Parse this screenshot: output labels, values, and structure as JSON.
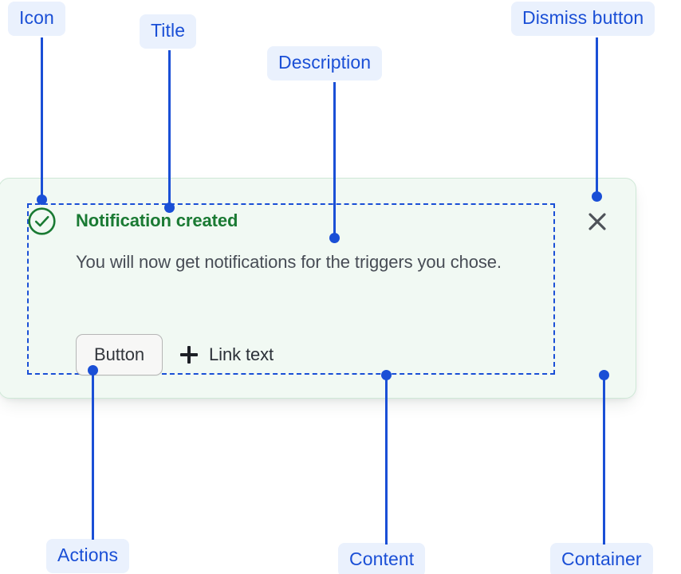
{
  "annotations": [
    {
      "key": "icon",
      "label": "Icon"
    },
    {
      "key": "title",
      "label": "Title"
    },
    {
      "key": "desc",
      "label": "Description"
    },
    {
      "key": "dismiss",
      "label": "Dismiss button"
    },
    {
      "key": "actions",
      "label": "Actions"
    },
    {
      "key": "content",
      "label": "Content"
    },
    {
      "key": "container",
      "label": "Container"
    }
  ],
  "notification": {
    "status_icon": "check-circle-icon",
    "title": "Notification created",
    "description": "You will now get notifications for the triggers you chose.",
    "actions": {
      "button_label": "Button",
      "link_icon": "plus-icon",
      "link_label": "Link text"
    },
    "dismiss_icon": "close-icon"
  },
  "colors": {
    "annotation_blue": "#1a4fd6",
    "annotation_pill_bg": "#eaf1fd",
    "card_bg": "#f1f9f3",
    "card_border": "#cfe8d7",
    "title_green": "#1a7a33",
    "icon_green": "#1a7a33",
    "description_gray": "#474c55",
    "dismiss_gray": "#4e5259"
  }
}
